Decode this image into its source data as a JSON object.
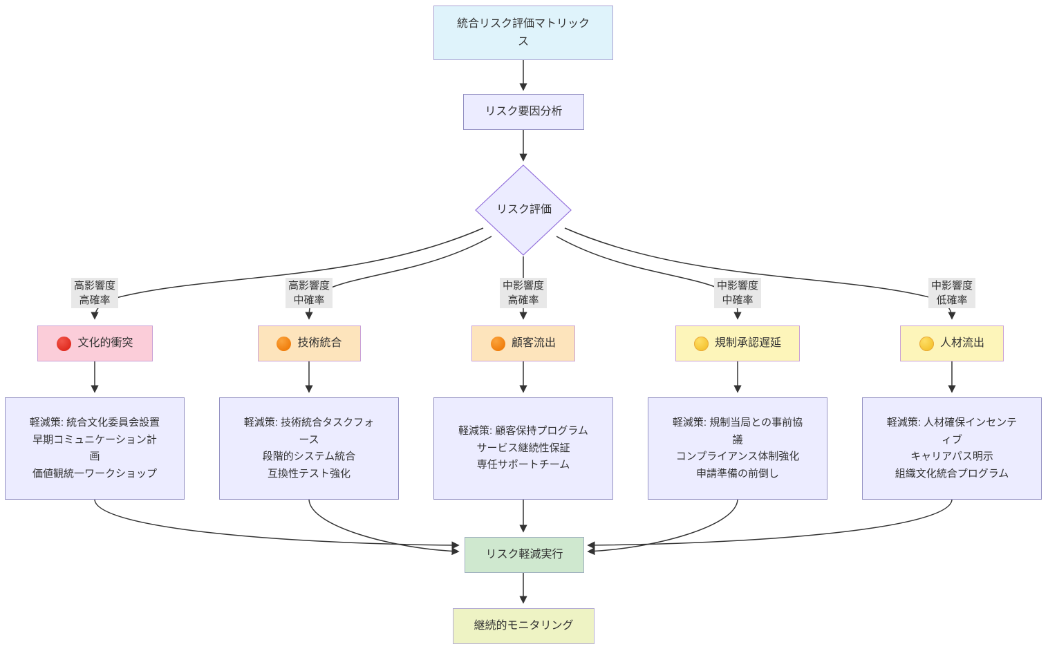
{
  "diagram": {
    "title_node": {
      "label": "統合リスク評価マトリックス"
    },
    "factor_node": {
      "label": "リスク要因分析"
    },
    "decision_node": {
      "label": "リスク評価"
    },
    "execute_node": {
      "label": "リスク軽減実行"
    },
    "monitor_node": {
      "label": "継続的モニタリング"
    },
    "branches": [
      {
        "edge_label": {
          "line1": "高影響度",
          "line2": "高確率"
        },
        "risk": {
          "label": "文化的衝突",
          "severity_icon": "red-circle",
          "dot_color": "#e0302a",
          "fill": "#fbcdd9",
          "border": "#c9a0d6"
        },
        "mitigation_lines": [
          "軽減策: 統合文化委員会設置",
          "早期コミュニケーション計画",
          "価値観統一ワークショップ"
        ]
      },
      {
        "edge_label": {
          "line1": "高影響度",
          "line2": "中確率"
        },
        "risk": {
          "label": "技術統合",
          "severity_icon": "orange-circle",
          "dot_color": "#f2830f",
          "fill": "#fde4bc",
          "border": "#c9a0d6"
        },
        "mitigation_lines": [
          "軽減策: 技術統合タスクフォース",
          "段階的システム統合",
          "互換性テスト強化"
        ]
      },
      {
        "edge_label": {
          "line1": "中影響度",
          "line2": "高確率"
        },
        "risk": {
          "label": "顧客流出",
          "severity_icon": "orange-circle",
          "dot_color": "#f2830f",
          "fill": "#fde4bc",
          "border": "#c9a0d6"
        },
        "mitigation_lines": [
          "軽減策: 顧客保持プログラム",
          "サービス継続性保証",
          "専任サポートチーム"
        ]
      },
      {
        "edge_label": {
          "line1": "中影響度",
          "line2": "中確率"
        },
        "risk": {
          "label": "規制承認遅延",
          "severity_icon": "yellow-circle",
          "dot_color": "#f6c931",
          "fill": "#fdf5ba",
          "border": "#c9a0d6"
        },
        "mitigation_lines": [
          "軽減策: 規制当局との事前協議",
          "コンプライアンス体制強化",
          "申請準備の前倒し"
        ]
      },
      {
        "edge_label": {
          "line1": "中影響度",
          "line2": "低確率"
        },
        "risk": {
          "label": "人材流出",
          "severity_icon": "yellow-circle",
          "dot_color": "#f6c931",
          "fill": "#fdf5ba",
          "border": "#c9a0d6"
        },
        "mitigation_lines": [
          "軽減策: 人材確保インセンティブ",
          "キャリアパス明示",
          "組織文化統合プログラム"
        ]
      }
    ],
    "colors": {
      "default_node_fill": "#ECECFF",
      "default_node_border": "#9370DB",
      "title_fill": "#dff3fb",
      "execute_fill": "#cfe8cf",
      "monitor_fill": "#eef3c4",
      "edge_label_bg": "#e8e8e8",
      "edge_stroke": "#333333"
    }
  }
}
